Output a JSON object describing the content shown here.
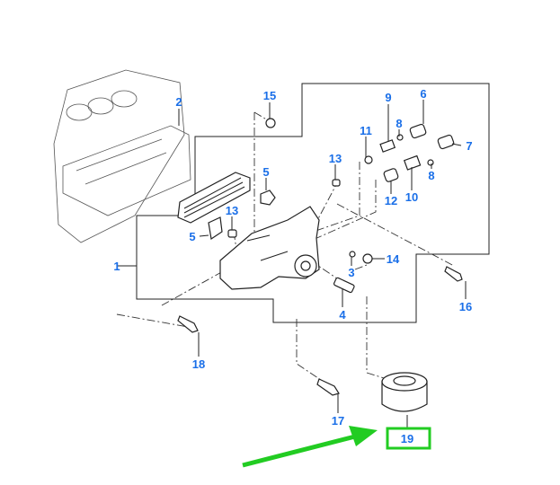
{
  "diagram": {
    "callouts": [
      "1",
      "2",
      "3",
      "4",
      "5",
      "5",
      "6",
      "7",
      "8",
      "8",
      "9",
      "10",
      "11",
      "12",
      "13",
      "13",
      "14",
      "15",
      "16",
      "17",
      "18",
      "19"
    ],
    "highlighted_callout": "19",
    "highlight_color": "#22cc22",
    "callout_color": "#1a6fe8"
  }
}
